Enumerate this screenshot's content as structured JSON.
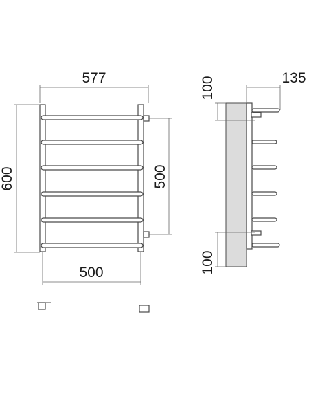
{
  "dimensions": {
    "overall_width": "577",
    "overall_height": "600",
    "center_distance_vertical": "500",
    "center_distance_horizontal": "500",
    "wall_offset": "135",
    "top_offset": "100",
    "bottom_offset": "100"
  },
  "colors": {
    "line": "#4a4a4a",
    "wall": "#dcdcdc",
    "text": "#1a1a1a"
  }
}
